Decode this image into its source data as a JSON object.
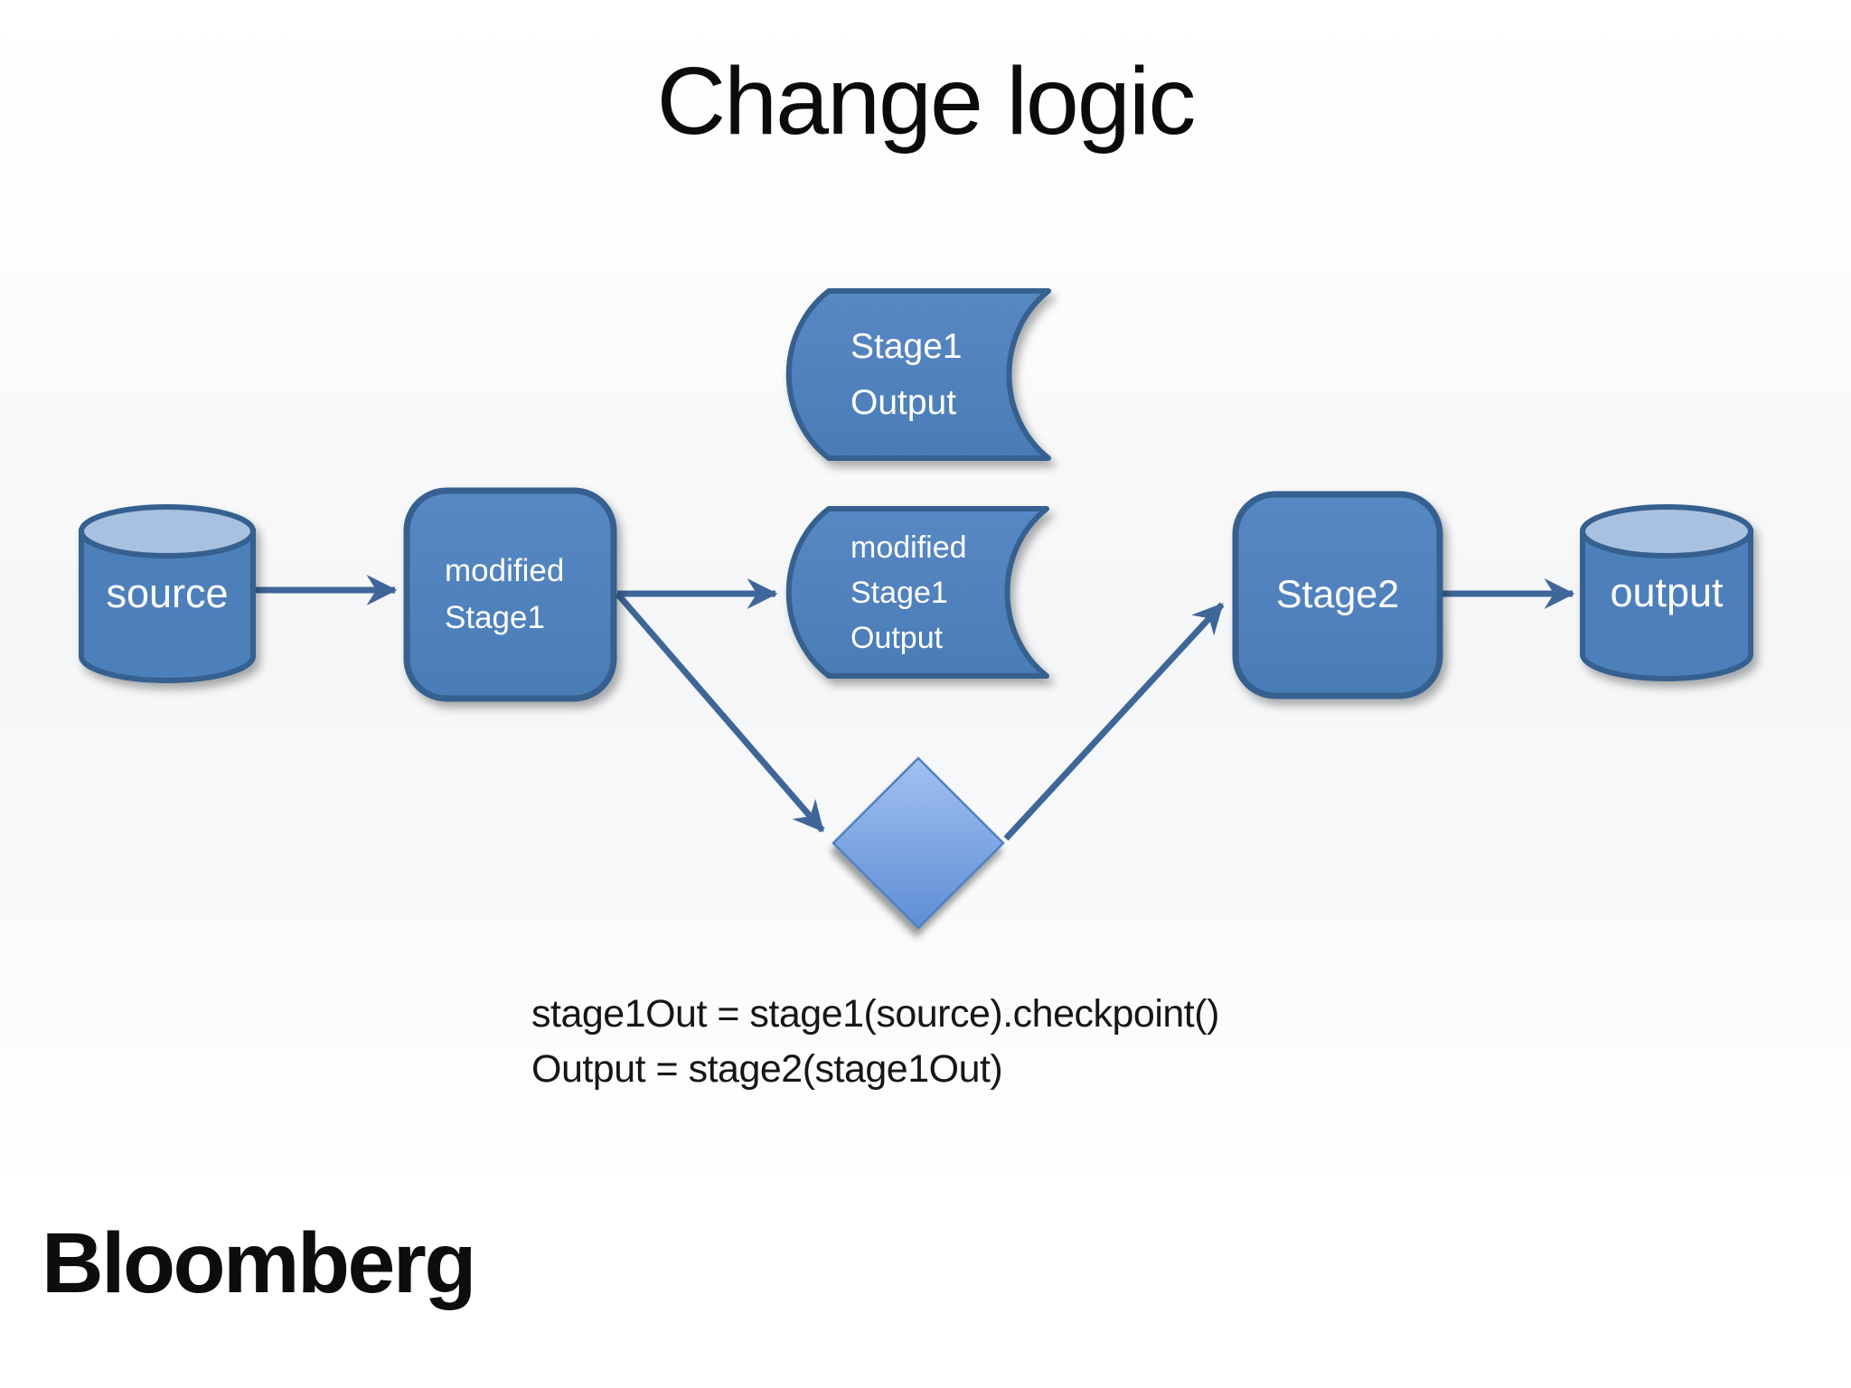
{
  "slide": {
    "title": "Change logic",
    "brand": "Bloomberg"
  },
  "diagram": {
    "nodes": {
      "source": {
        "shape": "cylinder",
        "label": "source"
      },
      "modified_stage1": {
        "shape": "rounded-rect",
        "line1": "modified",
        "line2": "Stage1"
      },
      "stage1_output": {
        "shape": "stored-data",
        "line1": "Stage1",
        "line2": "Output"
      },
      "modified_stage1_output": {
        "shape": "stored-data",
        "line1": "modified",
        "line2": "Stage1",
        "line3": "Output"
      },
      "decision": {
        "shape": "diamond",
        "label": ""
      },
      "stage2": {
        "shape": "rounded-rect",
        "label": "Stage2"
      },
      "output": {
        "shape": "cylinder",
        "label": "output"
      }
    },
    "edges": [
      {
        "from": "source",
        "to": "modified_stage1"
      },
      {
        "from": "modified_stage1",
        "to": "modified_stage1_output"
      },
      {
        "from": "modified_stage1",
        "to": "decision"
      },
      {
        "from": "decision",
        "to": "stage2"
      },
      {
        "from": "stage2",
        "to": "output"
      }
    ]
  },
  "code": {
    "line1": "stage1Out = stage1(source).checkpoint()",
    "line2": "Output = stage2(stage1Out)"
  },
  "colors": {
    "node_fill": "#4d7fbb",
    "node_fill_light": "#5888c4",
    "node_border": "#36618f",
    "cylinder_top": "#a9c1e0",
    "arrow": "#3f6699",
    "diamond_top": "#a2c0f0",
    "diamond_bottom": "#5f8ed6",
    "diamond_border": "#4f81bd",
    "text_on_node": "#ffffff",
    "text_dark": "#161616"
  }
}
